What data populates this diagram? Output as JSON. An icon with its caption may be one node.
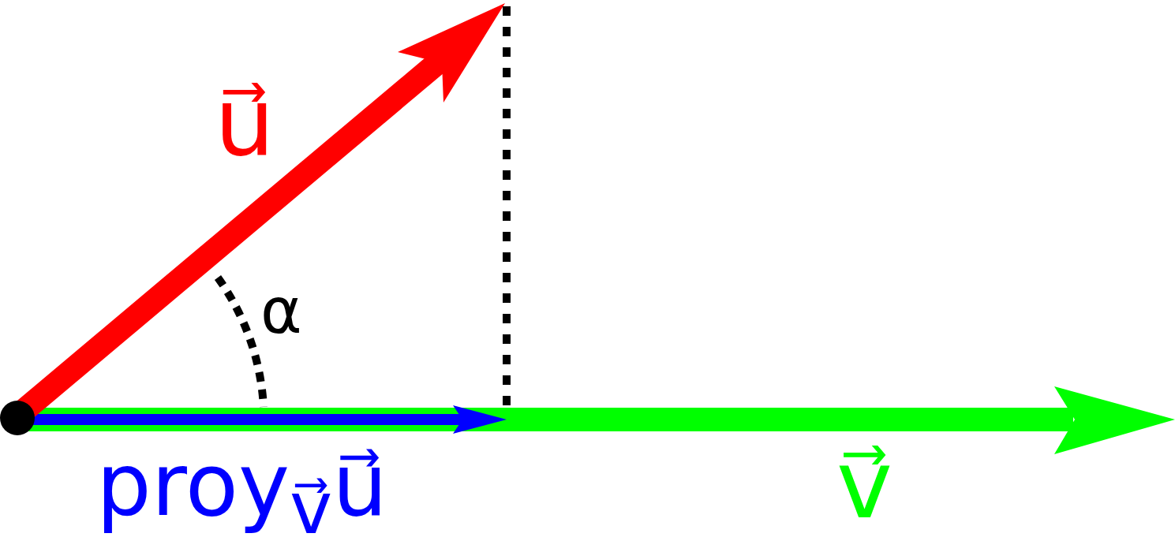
{
  "diagram": {
    "labels": [
      "u⃗",
      "α",
      "proy$_{v⃗}$u⃗",
      "v⃗"
    ]
  }
}
